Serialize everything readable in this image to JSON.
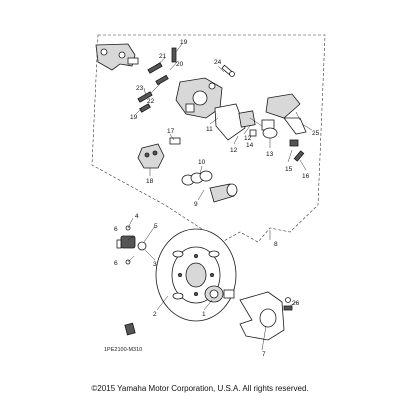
{
  "diagram": {
    "code": "1PE2100-M310",
    "callouts": {
      "c1": "1",
      "c2": "2",
      "c3": "3",
      "c4": "4",
      "c5": "5",
      "c6": "6",
      "c7": "7",
      "c8": "8",
      "c9": "9",
      "c10": "10",
      "c11": "11",
      "c12": "12",
      "c13": "13",
      "c14": "14",
      "c15": "15",
      "c16": "16",
      "c17": "17",
      "c18": "18",
      "c19": "19",
      "c20": "20",
      "c21": "21",
      "c22": "22",
      "c23": "23",
      "c24": "24",
      "c25": "25",
      "c26": "26"
    }
  },
  "footer": {
    "copyright": "©2015 Yamaha Motor Corporation, U.S.A. All rights reserved."
  }
}
